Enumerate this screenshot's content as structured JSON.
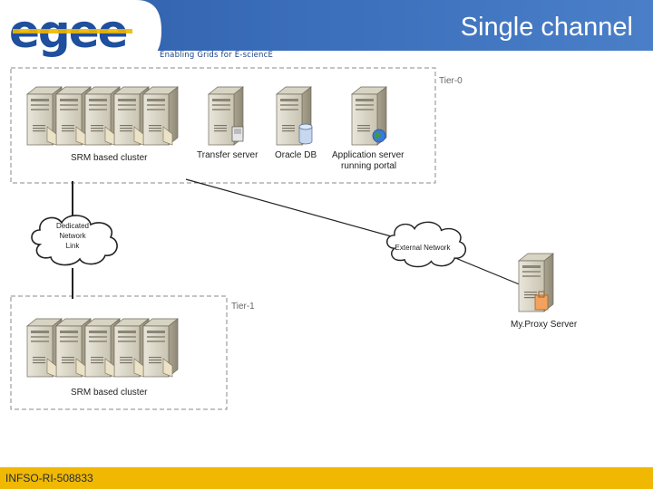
{
  "header": {
    "title": "Single channel",
    "logo_text": "egee",
    "tagline": "Enabling Grids for E-sciencE"
  },
  "diagram": {
    "tier0": {
      "label": "Tier-0",
      "cluster_label": "SRM based cluster",
      "transfer_server": "Transfer server",
      "oracle_db": "Oracle DB",
      "app_server_line1": "Application server",
      "app_server_line2": "running portal"
    },
    "dedicated_link": {
      "line1": "Dedicated",
      "line2": "Network",
      "line3": "Link"
    },
    "external_network": "External Network",
    "tier1": {
      "label": "Tier-1",
      "cluster_label": "SRM based cluster"
    },
    "myproxy": "My.Proxy Server"
  },
  "footer": {
    "id": "INFSO-RI-508833"
  },
  "colors": {
    "header_blue": "#2e5ea8",
    "footer_yellow": "#f0b800",
    "logo_blue": "#1f4f9d",
    "logo_yellow": "#f0b800"
  }
}
